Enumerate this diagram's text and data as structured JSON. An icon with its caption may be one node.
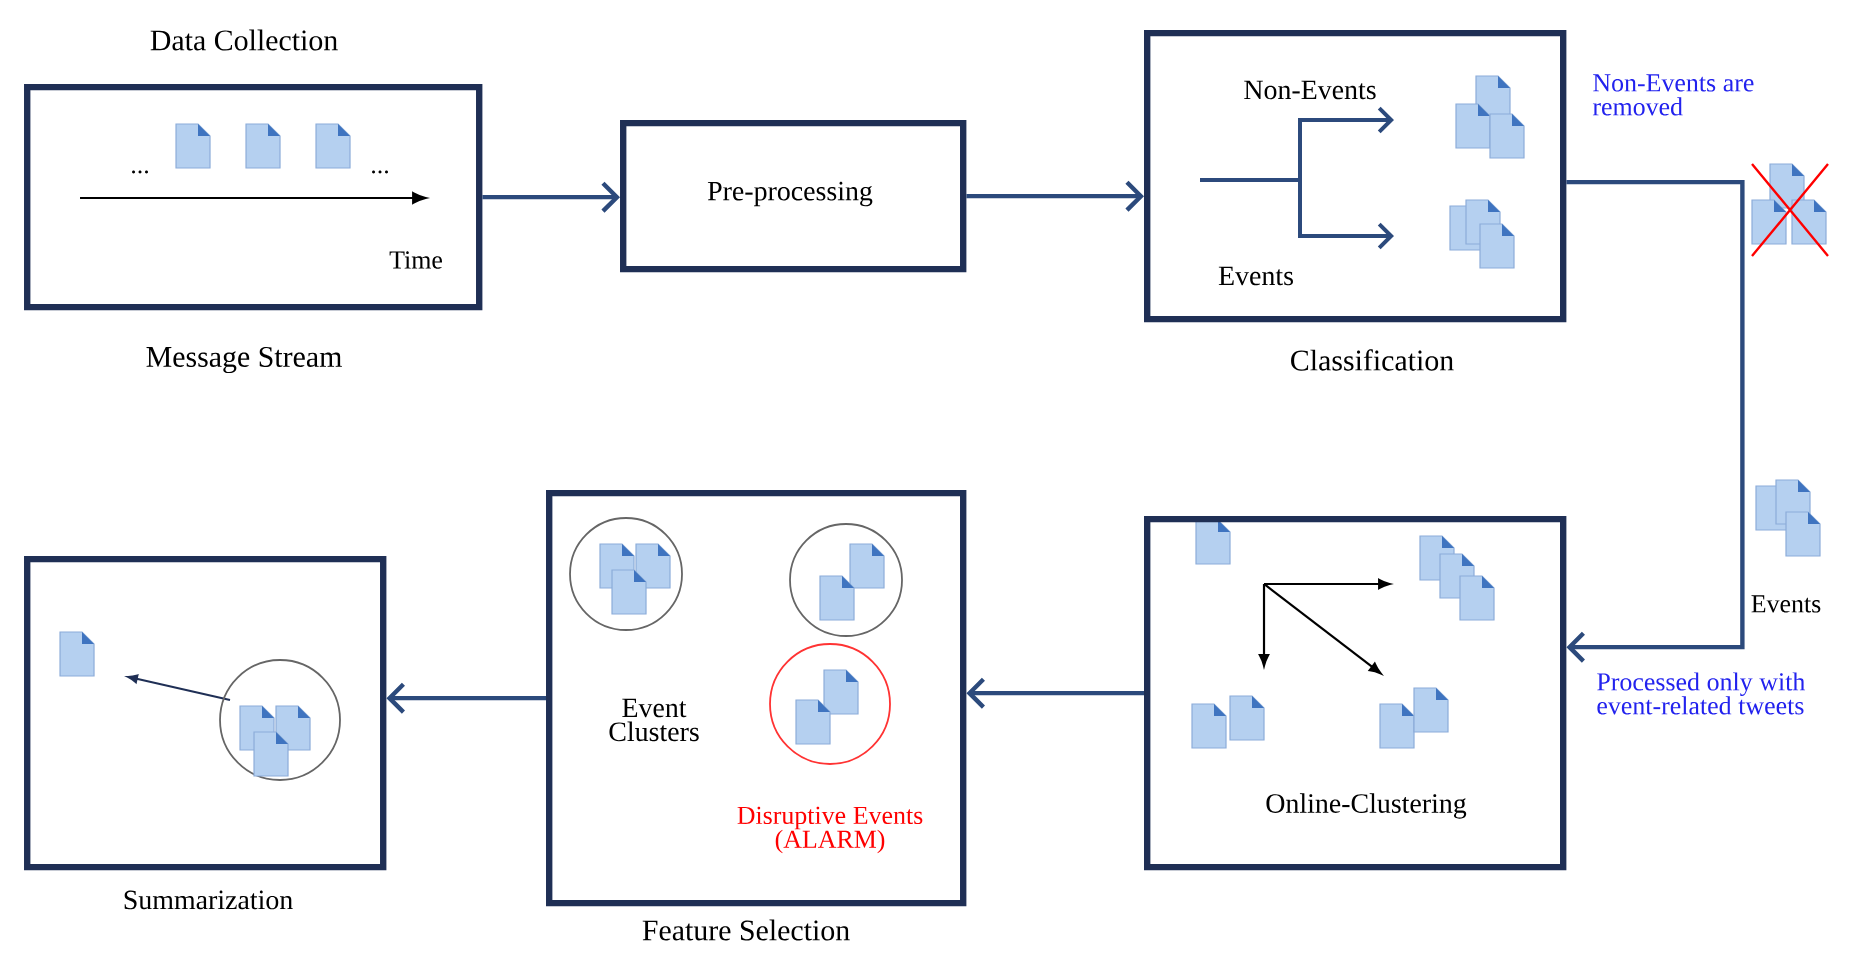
{
  "diagram": {
    "nodes": [
      {
        "text": [
          "Data Collection",
          "Time"
        ],
        "beside": [
          "Message Stream"
        ]
      },
      {
        "text": [
          "Pre-processing"
        ]
      },
      {
        "text": [
          "Non-Events",
          "Events"
        ],
        "beside": [
          "Classification"
        ]
      },
      {
        "text": [
          "Online-Clustering"
        ]
      },
      {
        "text": [
          "Event Clusters",
          "Disruptive Events (ALARM)"
        ],
        "beside": [
          "Feature Selection"
        ]
      },
      {
        "text": [],
        "shape": "box",
        "beside": [
          "Summarization"
        ]
      }
    ],
    "edges": [
      {
        "from": 0,
        "to": 1,
        "arrow": "to"
      },
      {
        "from": 1,
        "to": 2,
        "arrow": "to"
      },
      {
        "from": 2,
        "to": 3,
        "arrow": "to"
      },
      {
        "from": 3,
        "to": 4,
        "arrow": "to"
      },
      {
        "from": 4,
        "to": 5,
        "arrow": "to"
      }
    ],
    "labels": [
      "...",
      "...",
      "Non-Events are removed",
      "Events",
      "Processed only with event-related tweets"
    ]
  }
}
